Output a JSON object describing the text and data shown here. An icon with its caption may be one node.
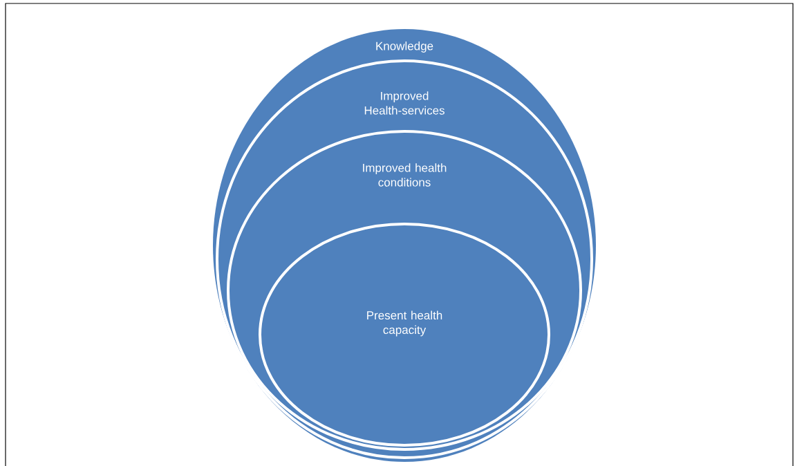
{
  "diagram": {
    "nodes": [
      {
        "text": [
          "Knowledge"
        ]
      },
      {
        "text": [
          "Improved Health-services"
        ],
        "in": 0
      },
      {
        "text": [
          "Improved health conditions"
        ],
        "in": 1
      },
      {
        "text": [
          "Present health capacity"
        ],
        "in": 2
      }
    ]
  }
}
